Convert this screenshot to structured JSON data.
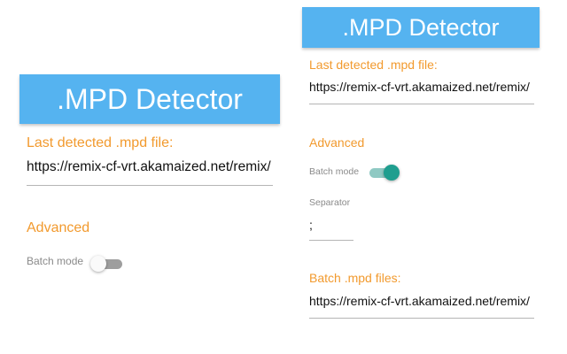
{
  "left_panel": {
    "title": ".MPD Detector",
    "last_detected_label": "Last detected .mpd file:",
    "last_detected_value": "https://remix-cf-vrt.akamaized.net/remix/",
    "advanced_label": "Advanced",
    "batch_mode_label": "Batch mode",
    "batch_mode_on": false
  },
  "right_panel": {
    "title": ".MPD Detector",
    "last_detected_label": "Last detected .mpd file:",
    "last_detected_value": "https://remix-cf-vrt.akamaized.net/remix/",
    "advanced_label": "Advanced",
    "batch_mode_label": "Batch mode",
    "batch_mode_on": true,
    "separator_label": "Separator",
    "separator_value": ";",
    "batch_files_label": "Batch .mpd files:",
    "batch_files_value": "https://remix-cf-vrt.akamaized.net/remix/"
  },
  "colors": {
    "header_bg": "#55b3f0",
    "accent_orange": "#f29a2e",
    "toggle_on": "#1f9e8f",
    "toggle_off": "#9e9e9e"
  }
}
